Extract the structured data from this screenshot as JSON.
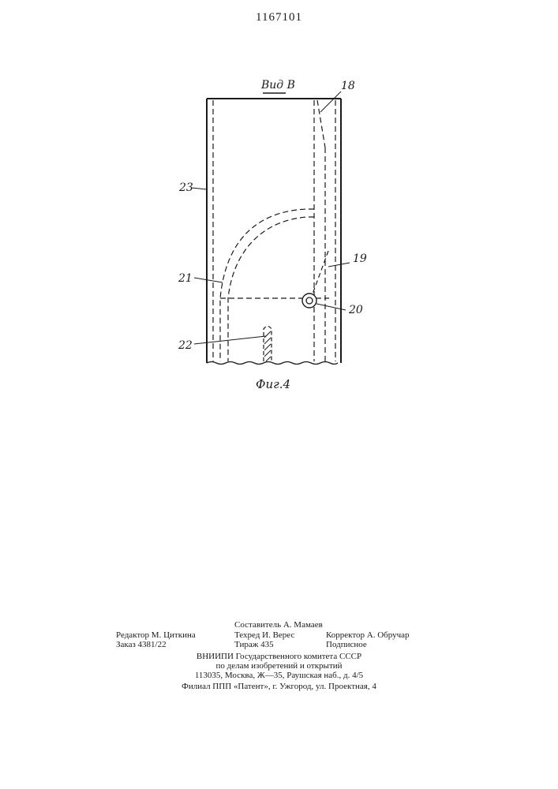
{
  "patent_number": "1167101",
  "figure": {
    "view_label": "Вид В",
    "caption": "Фиг.4",
    "callouts": [
      "18",
      "19",
      "20",
      "21",
      "22",
      "23"
    ]
  },
  "imprint": {
    "compiler": "Составитель А. Мамаев",
    "editor": "Редактор М. Циткина",
    "techred": "Техред И. Верес",
    "corrector": "Корректор А. Обручар",
    "order": "Заказ 4381/22",
    "print_run": "Тираж 435",
    "subscription": "Подписное",
    "org_line1": "ВНИИПИ  Государственного  комитета  СССР",
    "org_line2": "по  делам  изобретений  и  открытий",
    "address": "113035,  Москва,  Ж—35,  Раушская  наб.,  д.  4/5",
    "branch": "Филиал  ППП  «Патент»,  г.  Ужгород,  ул.  Проектная,  4"
  }
}
